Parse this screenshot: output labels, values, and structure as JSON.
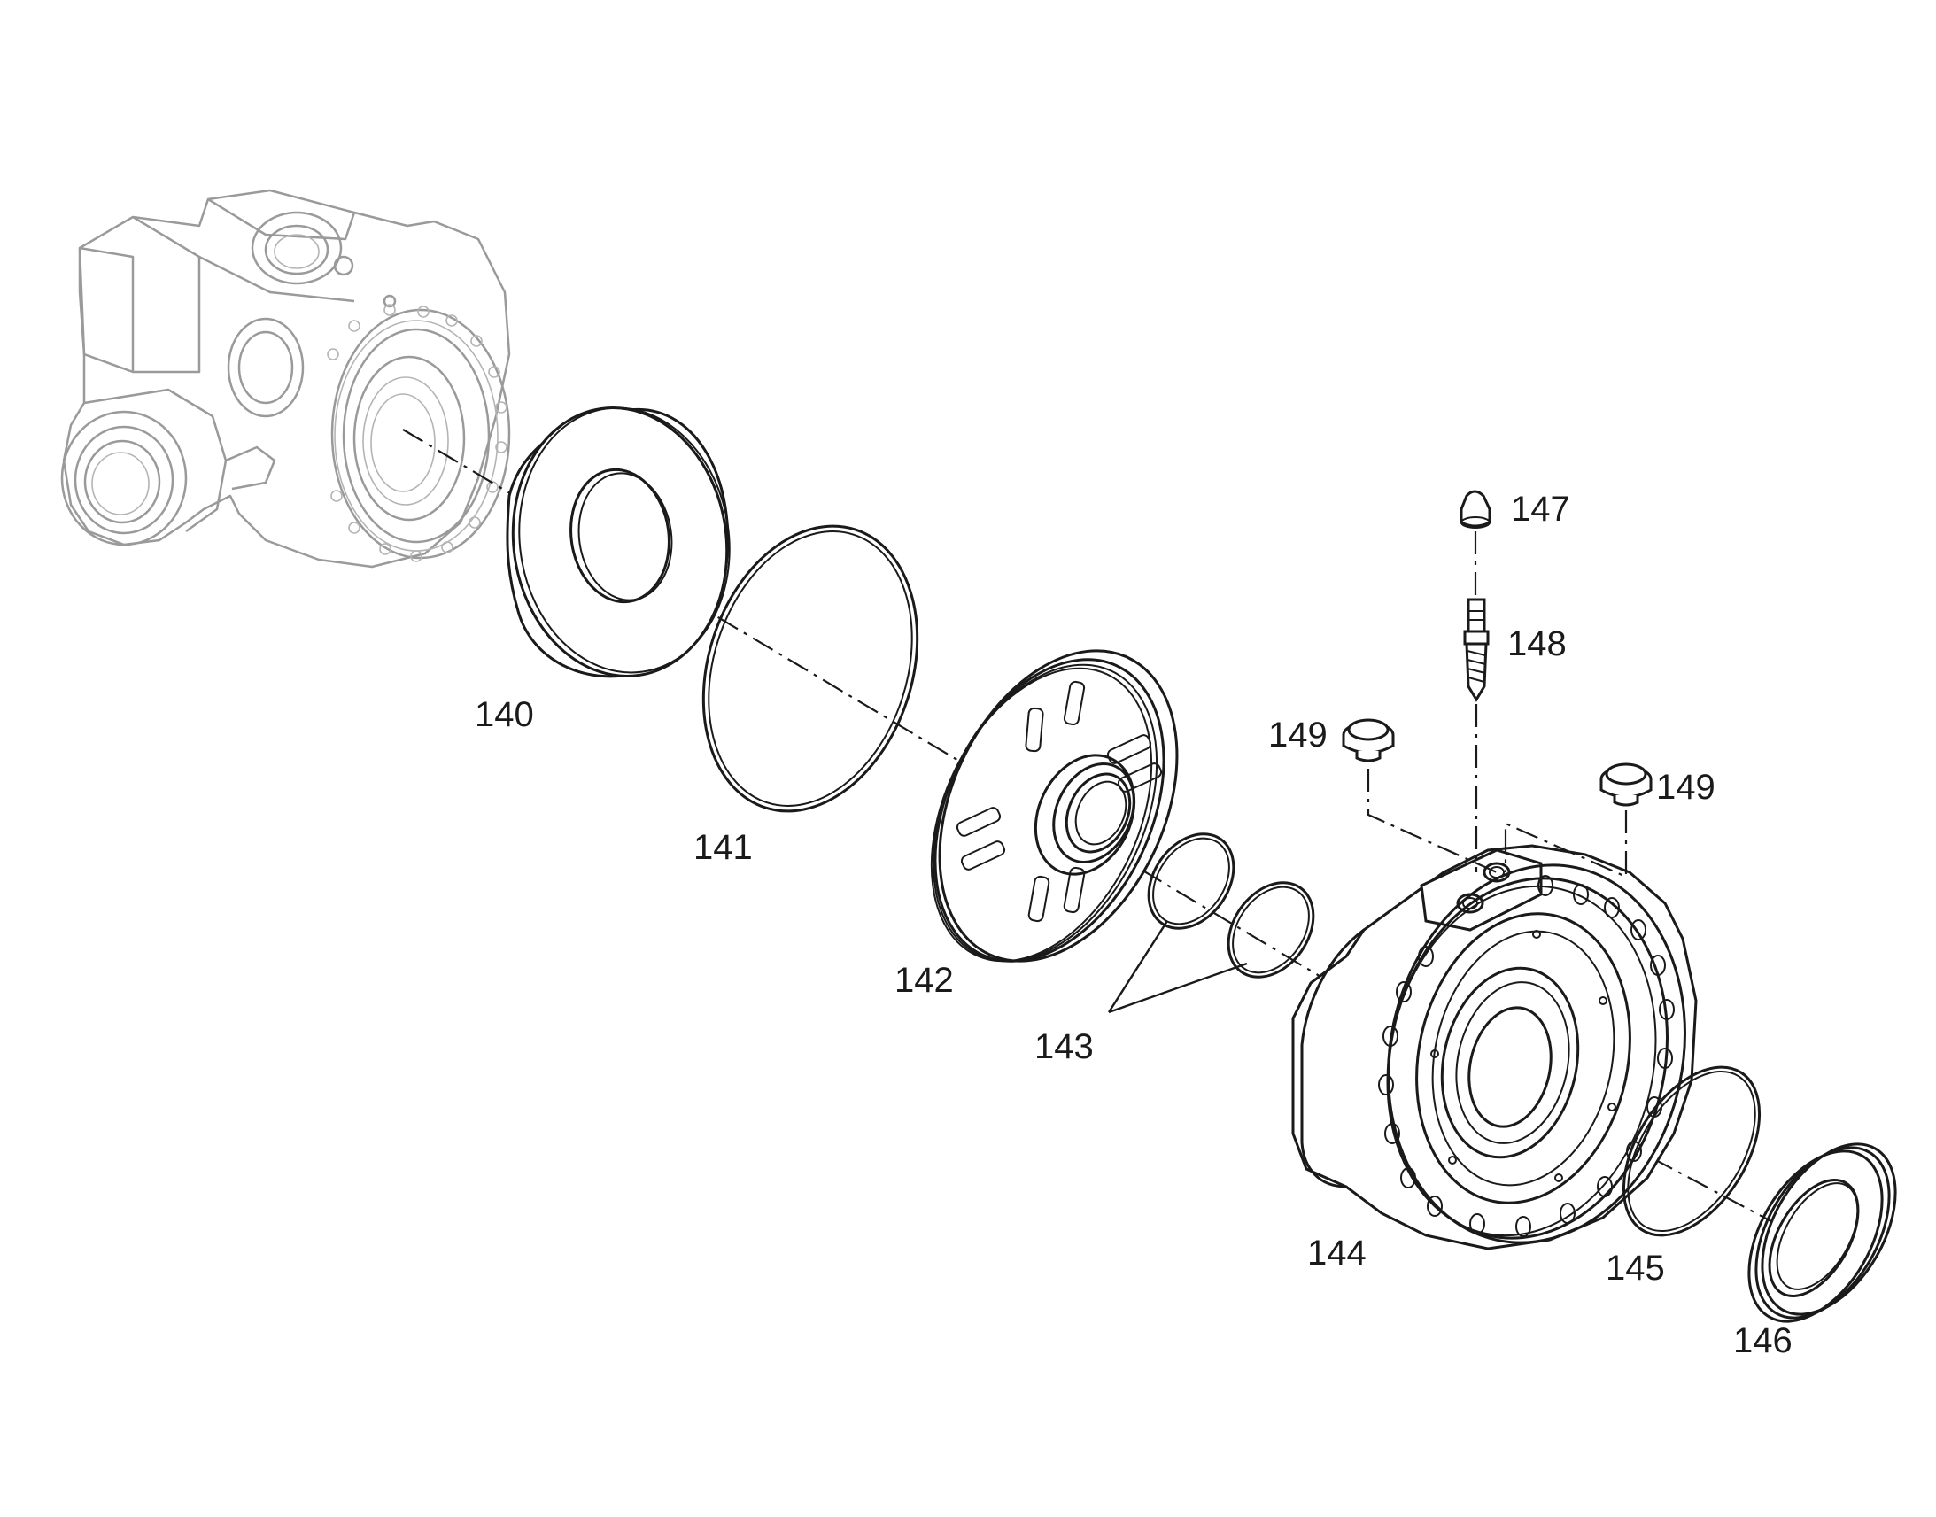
{
  "callouts": [
    {
      "id": "140",
      "text": "140"
    },
    {
      "id": "141",
      "text": "141"
    },
    {
      "id": "142",
      "text": "142"
    },
    {
      "id": "143",
      "text": "143"
    },
    {
      "id": "144",
      "text": "144"
    },
    {
      "id": "145",
      "text": "145"
    },
    {
      "id": "146",
      "text": "146"
    },
    {
      "id": "147",
      "text": "147"
    },
    {
      "id": "148",
      "text": "148"
    },
    {
      "id": "149a",
      "text": "149"
    },
    {
      "id": "149b",
      "text": "149"
    }
  ],
  "colors": {
    "line": "#1a1a1a",
    "ghost_line": "#9a9a9a",
    "background": "#ffffff"
  }
}
